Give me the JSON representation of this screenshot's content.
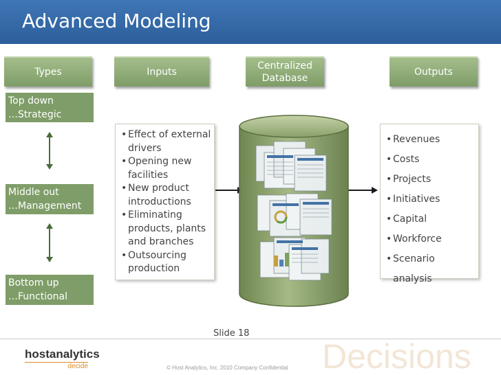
{
  "title": "Advanced Modeling",
  "headers": {
    "types": "Types",
    "inputs": "Inputs",
    "database": "Centralized Database",
    "outputs": "Outputs"
  },
  "levels": [
    {
      "line1": "Top down",
      "line2": "…Strategic"
    },
    {
      "line1": "Middle out",
      "line2": "…Management"
    },
    {
      "line1": "Bottom up",
      "line2": "…Functional"
    }
  ],
  "inputs": [
    "Effect of external drivers",
    "Opening  new facilities",
    "New product introductions",
    "Eliminating products, plants and branches",
    "Outsourcing production"
  ],
  "outputs": [
    "Revenues",
    "Costs",
    "Projects",
    "Initiatives",
    "Capital",
    "Workforce",
    "Scenario analysis"
  ],
  "footer": {
    "slide": "Slide 18",
    "copyright": "© Host Analytics, Inc. 2010 Company Confidential",
    "watermark": "Decisions"
  },
  "logo": {
    "name": "hostanalytics",
    "sub": "decide"
  },
  "icons": {
    "database": "database-cylinder-icon",
    "arrows": "double-arrow-icon"
  },
  "colors": {
    "title_bar": "#2f64a3",
    "header_green": "#8aa872",
    "arrow": "#4a6a3a",
    "logo_accent": "#e08b2b"
  }
}
